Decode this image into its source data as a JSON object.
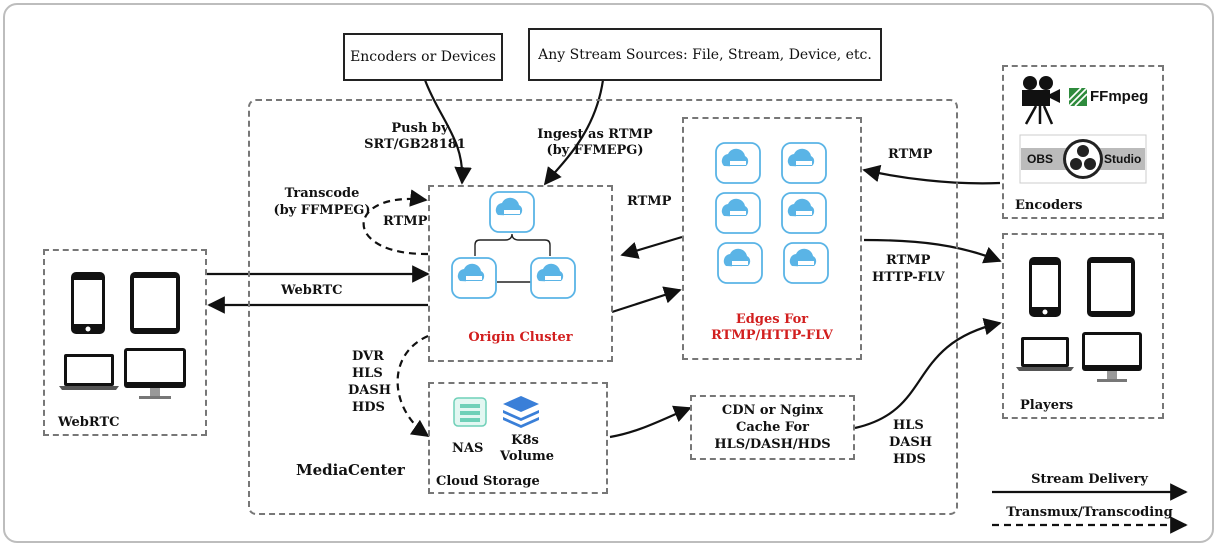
{
  "sources": {
    "encoders_devices": "Encoders or Devices",
    "any_stream": "Any Stream Sources: File, Stream, Device, etc."
  },
  "labels": {
    "push_by": "Push by",
    "push_proto": "SRT/GB28181",
    "ingest_as": "Ingest as RTMP",
    "ingest_by": "(by FFMEPG)",
    "transcode": "Transcode",
    "transcode_by": "(by FFMPEG)",
    "rtmp_loop": "RTMP",
    "rtmp_edges_origin": "RTMP",
    "rtmp_encoders": "RTMP",
    "rtmp_players": "RTMP",
    "httpflv_players": "HTTP-FLV",
    "webrtc_arrow": "WebRTC",
    "dvr": "DVR",
    "hls": "HLS",
    "dash": "DASH",
    "hds": "HDS",
    "cdn_hls": "HLS",
    "cdn_dash": "DASH",
    "cdn_hds": "HDS"
  },
  "nodes": {
    "origin_cluster": "Origin Cluster",
    "edges_line1": "Edges For",
    "edges_line2": "RTMP/HTTP-FLV",
    "nas": "NAS",
    "k8s_line1": "K8s",
    "k8s_line2": "Volume",
    "cloud_storage": "Cloud Storage",
    "cdn_line1": "CDN or Nginx",
    "cdn_line2": "Cache For",
    "cdn_line3": "HLS/DASH/HDS",
    "media_center": "MediaCenter",
    "webrtc_group": "WebRTC",
    "encoders_group": "Encoders",
    "players_group": "Players",
    "ffmpeg_logo": "FFmpeg",
    "obs_logo_left": "OBS",
    "obs_logo_right": "Studio"
  },
  "legend": {
    "stream_delivery": "Stream Delivery",
    "transmux": "Transmux/Transcoding"
  },
  "colors": {
    "server_blue": "#5ab4e6",
    "origin_red": "#d21f1f",
    "ffmpeg_green": "#2e8b3d",
    "k8s_blue": "#3a7fd8",
    "nas_teal": "#6fd0b8"
  }
}
